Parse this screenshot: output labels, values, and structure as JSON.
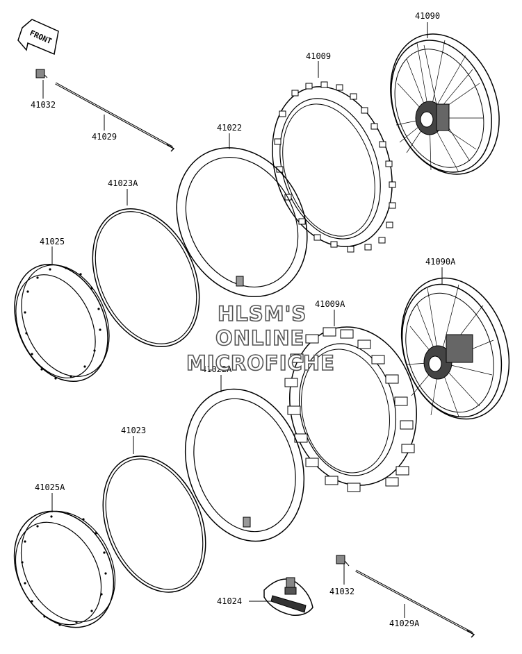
{
  "front_tag": "FRONT",
  "watermark": [
    "HLSM'S",
    "ONLINE",
    "MICROFICHE"
  ],
  "labels": {
    "p41090": "41090",
    "p41009": "41009",
    "p41032_top": "41032",
    "p41029": "41029",
    "p41022": "41022",
    "p41023A": "41023A",
    "p41025": "41025",
    "p41090A": "41090A",
    "p41009A": "41009A",
    "p41022A": "41022A",
    "p41023": "41023",
    "p41025A": "41025A",
    "p41024": "41024",
    "p41032_bottom": "41032",
    "p41029A": "41029A"
  }
}
